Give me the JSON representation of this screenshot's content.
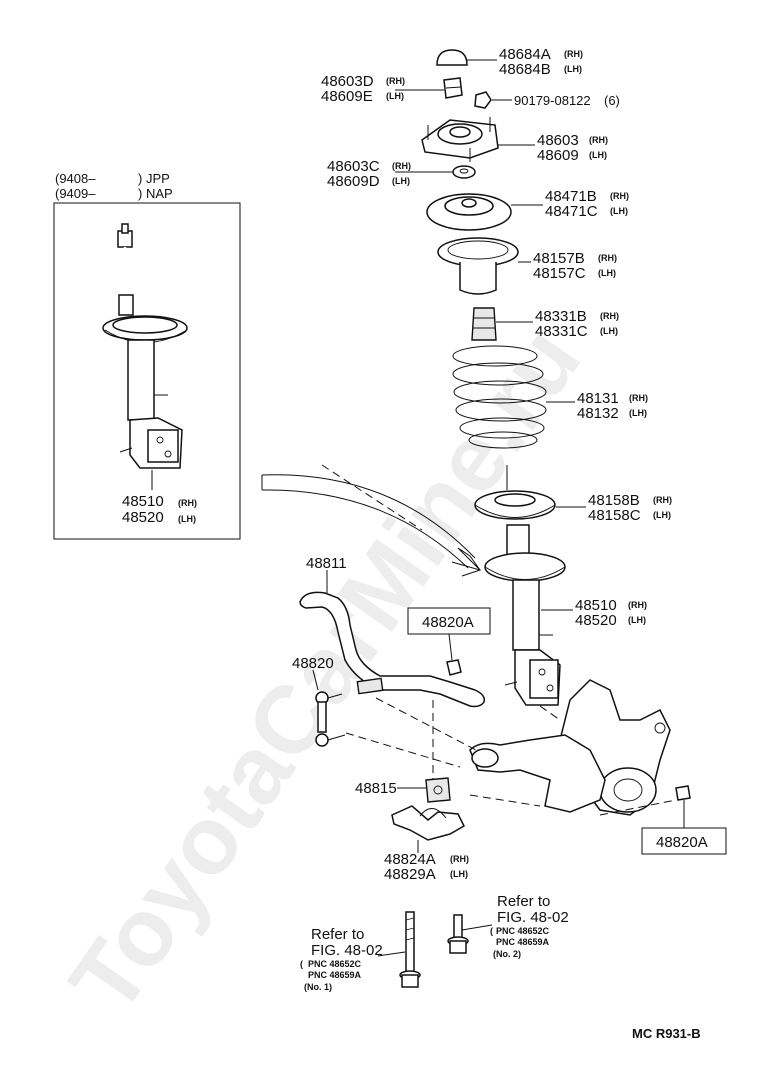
{
  "inset": {
    "date_code_1": "(9408–",
    "date_code_1_suffix": ") JPP",
    "date_code_2": "(9409–",
    "date_code_2_suffix": ") NAP",
    "strut_part_rh": "48510",
    "strut_part_lh": "48520",
    "rh": "(RH)",
    "lh": "(LH)"
  },
  "parts": {
    "cap_rh": "48684A",
    "cap_lh": "48684B",
    "nut_rh": "48603D",
    "nut_lh": "48609E",
    "bolt": "90179-08122",
    "bolt_qty": "(6)",
    "support_rh": "48603",
    "support_lh": "48609",
    "washer_rh": "48603C",
    "washer_lh": "48609D",
    "seat_rh": "48471B",
    "seat_lh": "48471C",
    "insulator_rh": "48157B",
    "insulator_lh": "48157C",
    "bumper_rh": "48331B",
    "bumper_lh": "48331C",
    "spring_rh": "48131",
    "spring_lh": "48132",
    "lower_seat_rh": "48158B",
    "lower_seat_lh": "48158C",
    "strut_rh": "48510",
    "strut_lh": "48520",
    "stabilizer_bar": "48811",
    "link": "48820",
    "link_nut_1": "48820A",
    "link_nut_2": "48820A",
    "bushing": "48815",
    "bracket_rh": "48824A",
    "bracket_lh": "48829A",
    "rh": "(RH)",
    "lh": "(LH)"
  },
  "refs": {
    "left": {
      "refer": "Refer to",
      "fig": "FIG. 48-02",
      "pnc1": "PNC  48652C",
      "pnc2": "PNC  48659A",
      "num": "(No. 1)"
    },
    "right": {
      "refer": "Refer to",
      "fig": "FIG. 48-02",
      "pnc1": "PNC  48652C",
      "pnc2": "PNC  48659A",
      "num": "(No. 2)"
    }
  },
  "footer": {
    "code": "MC  R931-B"
  },
  "watermark": "ToyotaCarMine.ru"
}
